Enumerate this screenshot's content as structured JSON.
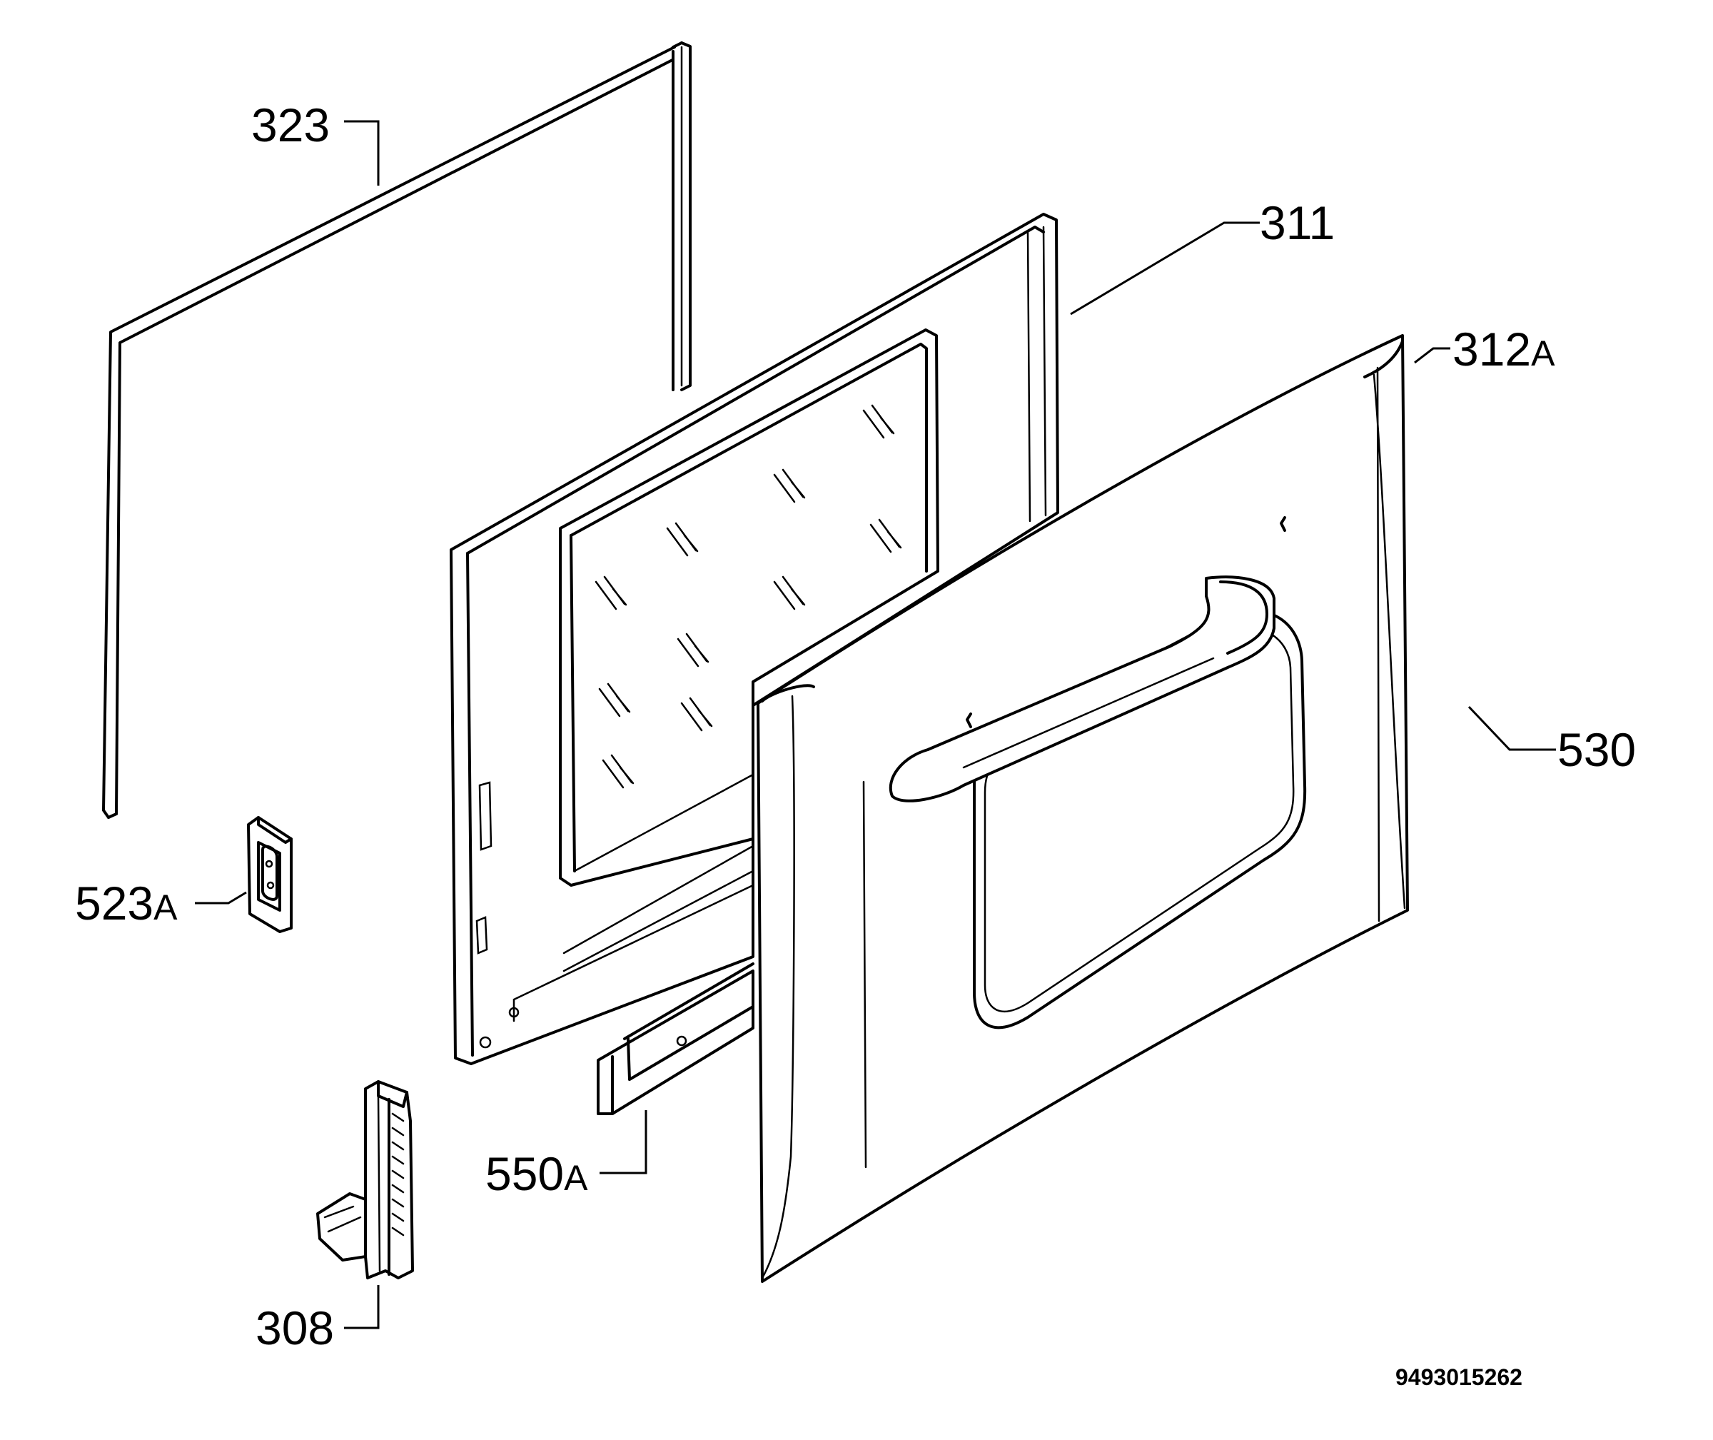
{
  "diagram": {
    "labels": {
      "p323": "323",
      "p311": "311",
      "p312a": "312",
      "p312a_suffix": "A",
      "p530": "530",
      "p523a": "523",
      "p523a_suffix": "A",
      "p550a": "550",
      "p550a_suffix": "A",
      "p308": "308"
    },
    "reference_code": "9493015262"
  }
}
